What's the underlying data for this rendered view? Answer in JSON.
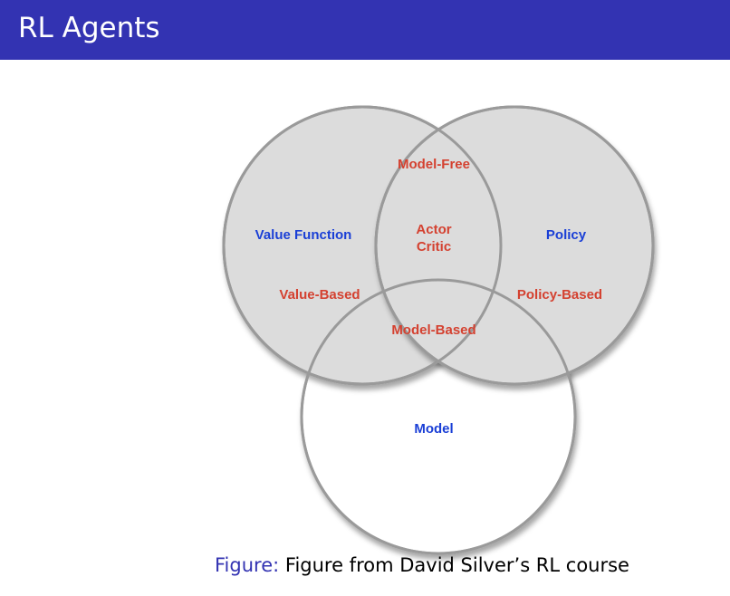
{
  "header": {
    "title": "RL Agents"
  },
  "colors": {
    "header_bg": "#3333b2",
    "circle_fill": "#dcdcdc",
    "circle_stroke": "#8f8f8f",
    "category_label": "#1a3fd6",
    "approach_label": "#d44130"
  },
  "diagram": {
    "sets": {
      "value_function": "Value Function",
      "policy": "Policy",
      "model": "Model"
    },
    "regions": {
      "model_free": "Model-Free",
      "actor": "Actor",
      "critic": "Critic",
      "value_based": "Value-Based",
      "policy_based": "Policy-Based",
      "model_based": "Model-Based"
    }
  },
  "caption": {
    "prefix": "Figure:",
    "text": "Figure from David Silver’s RL course"
  }
}
